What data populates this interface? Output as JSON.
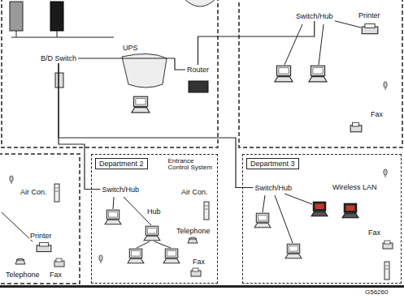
{
  "diagram": {
    "nodes": [
      {
        "text": [
          "B/D Switch"
        ]
      },
      {
        "text": [
          "Router"
        ]
      },
      {
        "text": [
          "Switch/Hub"
        ]
      },
      {
        "text": [
          "Department 2"
        ]
      },
      {
        "text": [
          "Entrance Control System"
        ],
        "in": 3
      },
      {
        "text": [
          "Switch/Hub"
        ],
        "in": 3
      },
      {
        "text": [
          "Department 3"
        ]
      },
      {
        "text": [
          "Switch/Hub"
        ],
        "in": 6
      }
    ],
    "edges": [
      {
        "from": 0,
        "to": 1,
        "arrow": "none"
      },
      {
        "from": 1,
        "to": 2,
        "arrow": "none"
      },
      {
        "from": 0,
        "to": 5,
        "arrow": "none"
      },
      {
        "from": 0,
        "to": 7,
        "arrow": "none"
      }
    ],
    "labels": [
      "UPS",
      "Printer",
      "Fax",
      "Air Con.",
      "Hub",
      "Telephone",
      "Fax",
      "Wireless LAN",
      "Fax",
      "Air Con.",
      "Printer",
      "Telephone",
      "Fax",
      "G56260"
    ]
  }
}
